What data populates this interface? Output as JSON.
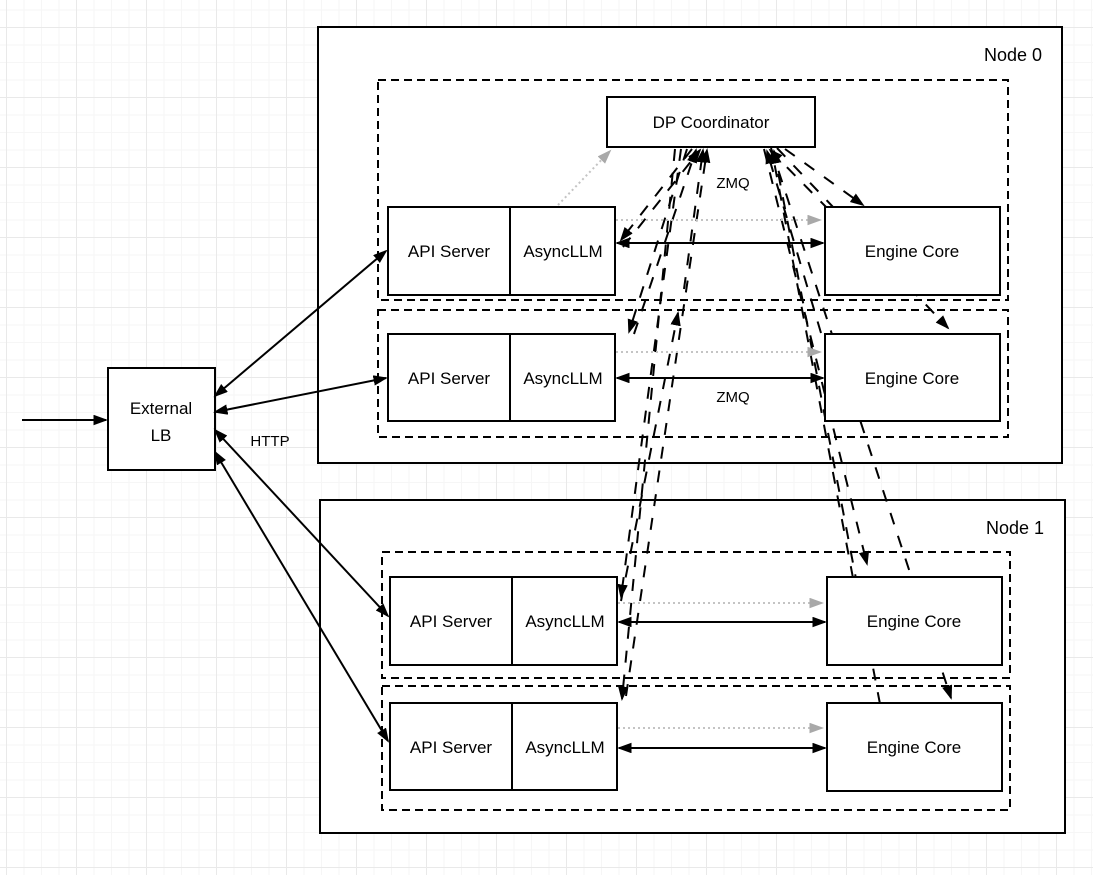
{
  "lb": {
    "line1": "External",
    "line2": "LB"
  },
  "nodes": {
    "node0": "Node 0",
    "node1": "Node 1"
  },
  "coordinator": "DP Coordinator",
  "rows": {
    "n0r1": {
      "api": "API Server",
      "asyncllm": "AsyncLLM",
      "engine": "Engine Core"
    },
    "n0r2": {
      "api": "API Server",
      "asyncllm": "AsyncLLM",
      "engine": "Engine Core"
    },
    "n1r1": {
      "api": "API Server",
      "asyncllm": "AsyncLLM",
      "engine": "Engine Core"
    },
    "n1r2": {
      "api": "API Server",
      "asyncllm": "AsyncLLM",
      "engine": "Engine Core"
    }
  },
  "edge_labels": {
    "zmq_coordinator": "ZMQ",
    "zmq_row": "ZMQ",
    "http": "HTTP"
  },
  "colors": {
    "edge": "#000000",
    "dotted_edge": "#c4c4c4",
    "dotted_head": "#a9a9a9",
    "box_fill": "#ffffff",
    "grid_minor": "#f6f6f6",
    "grid_major": "#e9e9e9"
  }
}
